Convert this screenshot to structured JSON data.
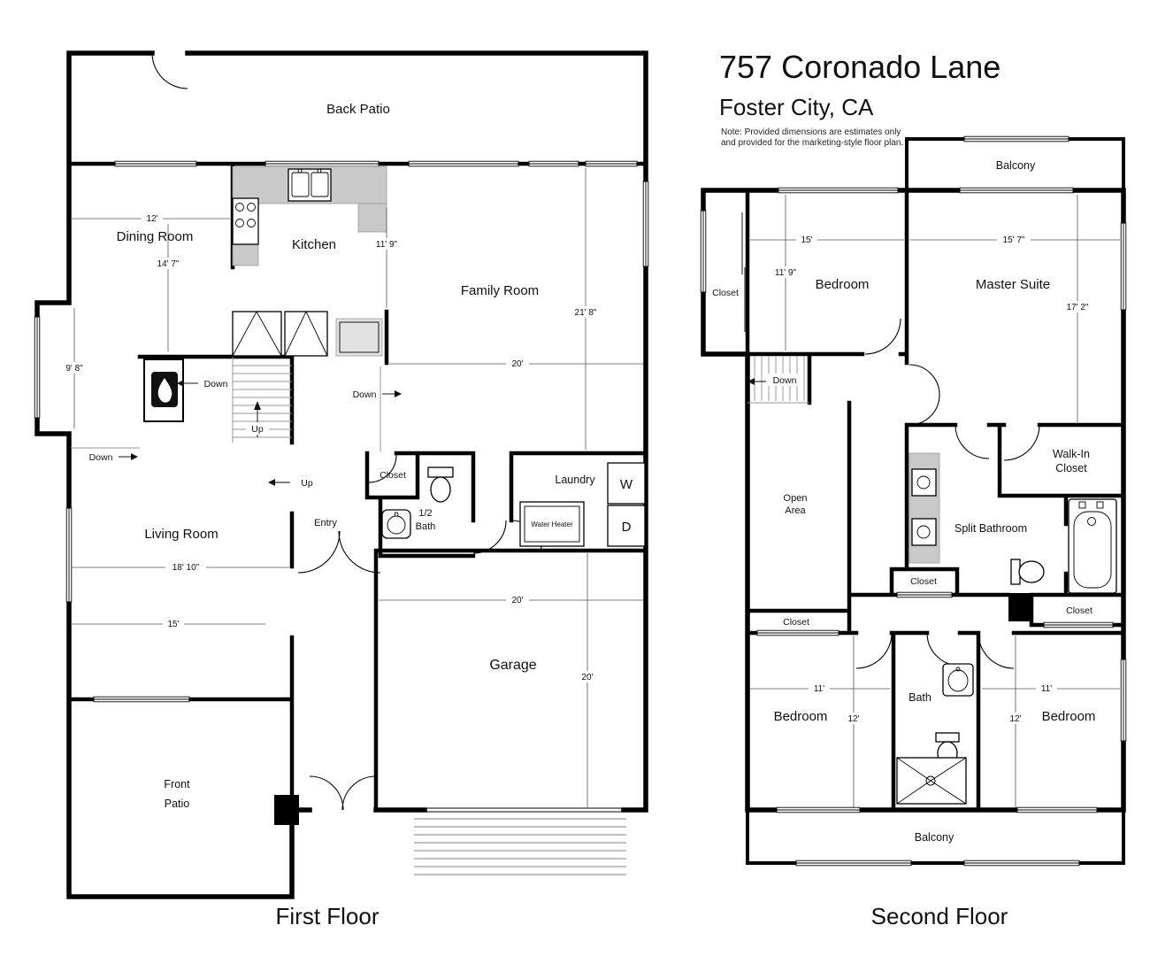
{
  "header": {
    "title": "757 Coronado Lane",
    "subtitle": "Foster City, CA",
    "note1": "Note: Provided dimensions are estimates only",
    "note2": "and provided for the marketing-style floor plan."
  },
  "colors": {
    "wall": "#000000",
    "background": "#ffffff",
    "counter": "#c9c9c9"
  },
  "first_floor": {
    "caption": "First Floor",
    "labels": {
      "back_patio": "Back Patio",
      "dining_room": "Dining Room",
      "kitchen": "Kitchen",
      "family_room": "Family Room",
      "living_room": "Living Room",
      "entry": "Entry",
      "closet": "Closet",
      "half_bath_line1": "1/2",
      "half_bath_line2": "Bath",
      "laundry": "Laundry",
      "washer": "W",
      "dryer": "D",
      "water_heater": "Water Heater",
      "garage": "Garage",
      "front_patio_line1": "Front",
      "front_patio_line2": "Patio",
      "up": "Up",
      "down": "Down"
    },
    "dims": {
      "dining_w": "12'",
      "dining_d": "14' 7\"",
      "kitchen_w": "11' 9\"",
      "family_d": "21' 8\"",
      "family_w": "20'",
      "bay": "9' 8\"",
      "living_w": "18' 10\"",
      "living_w2": "15'",
      "garage_w": "20'",
      "garage_d": "20'"
    }
  },
  "second_floor": {
    "caption": "Second Floor",
    "labels": {
      "balcony_top": "Balcony",
      "balcony_bottom": "Balcony",
      "closet_top_left": "Closet",
      "bedroom_top_left": "Bedroom",
      "master_suite": "Master Suite",
      "down": "Down",
      "open_area_line1": "Open",
      "open_area_line2": "Area",
      "walk_in_line1": "Walk-In",
      "walk_in_line2": "Closet",
      "split_bathroom": "Split Bathroom",
      "closet_mid": "Closet",
      "closet_right": "Closet",
      "closet_left": "Closet",
      "bedroom_bottom_left": "Bedroom",
      "bath": "Bath",
      "bedroom_bottom_right": "Bedroom"
    },
    "dims": {
      "bedroom_tl_w": "15'",
      "master_w": "15' 7\"",
      "bedroom_tl_d": "11' 9\"",
      "master_d": "17' 2\"",
      "bedroom_bl_w": "11'",
      "bedroom_bl_d": "12'",
      "bedroom_br_w": "11'",
      "bedroom_br_d": "12'"
    }
  }
}
